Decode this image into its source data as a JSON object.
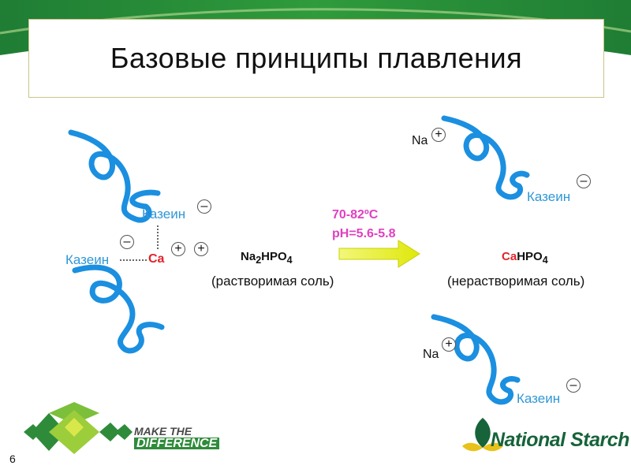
{
  "title": "Базовые принципы плавления",
  "left": {
    "casein_top": "Казеин",
    "casein_left": "Казеин",
    "calcium": "Ca",
    "minus": "–",
    "plus": "+"
  },
  "middle": {
    "salt_prefix": "Na",
    "salt_sub": "2",
    "salt_suffix": "HPO",
    "salt_sub2": "4",
    "salt_note": "(растворимая соль)",
    "temperature": "70-82ºC",
    "ph": "pH=5.6-5.8"
  },
  "right": {
    "top_na": "Na",
    "top_casein": "Казеин",
    "product_ca": "Ca",
    "product_suffix": "HPO",
    "product_sub": "4",
    "product_note": "(нерастворимая соль)",
    "bottom_na": "Na",
    "bottom_casein": "Казеин",
    "plus": "+",
    "minus": "–"
  },
  "footer": {
    "slide_number": "6",
    "make_line1": "MAKE THE",
    "make_line2": "DIFFERENCE",
    "brand": "National Starch"
  },
  "colors": {
    "strand": "#1b8fe0",
    "casein_text": "#2f97d6",
    "calcium": "#e0232a",
    "condition": "#e040c0",
    "arrow": "#e6f21a",
    "brand_green": "#17633a",
    "banner_green": "#2e8b3a"
  }
}
